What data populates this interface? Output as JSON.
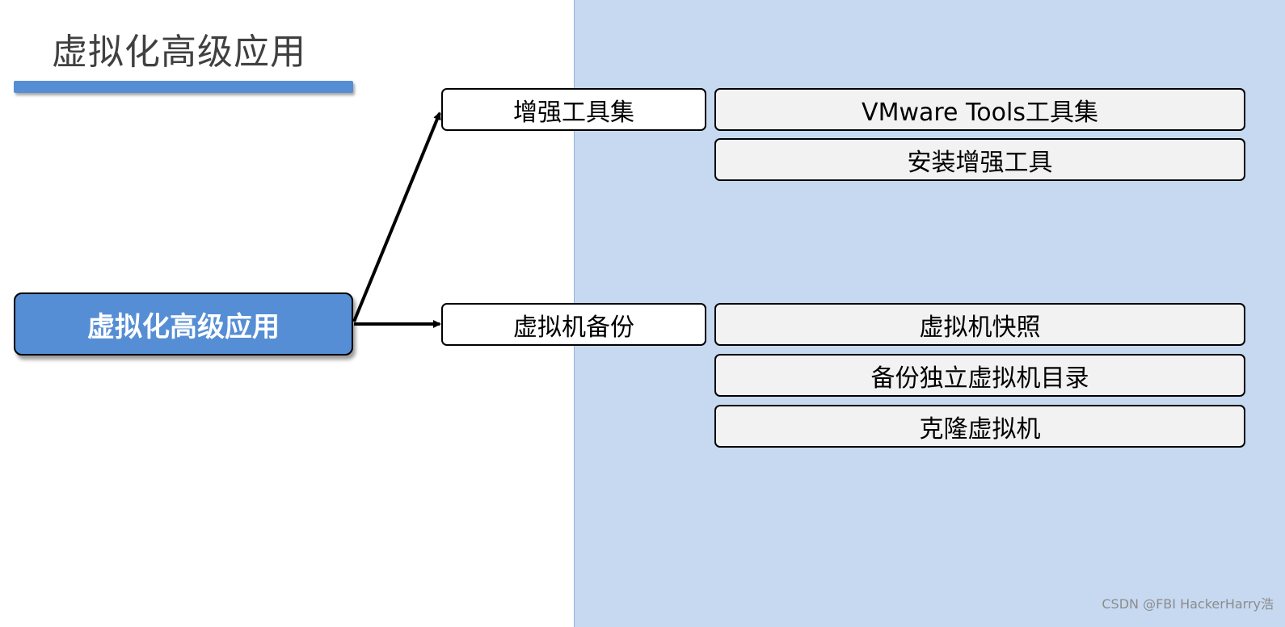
{
  "title": "虚拟化高级应用",
  "root": {
    "label": "虚拟化高级应用"
  },
  "branches": [
    {
      "label": "增强工具集",
      "children": [
        "VMware Tools工具集",
        "安装增强工具"
      ]
    },
    {
      "label": "虚拟机备份",
      "children": [
        "虚拟机快照",
        "备份独立虚拟机目录",
        "克隆虚拟机"
      ]
    }
  ],
  "watermark": "CSDN @FBI HackerHarry浩",
  "colors": {
    "accent": "#558ed5",
    "panel": "#c6d9f1",
    "leaf_fill": "#f2f2f2",
    "title_text": "#404040"
  }
}
